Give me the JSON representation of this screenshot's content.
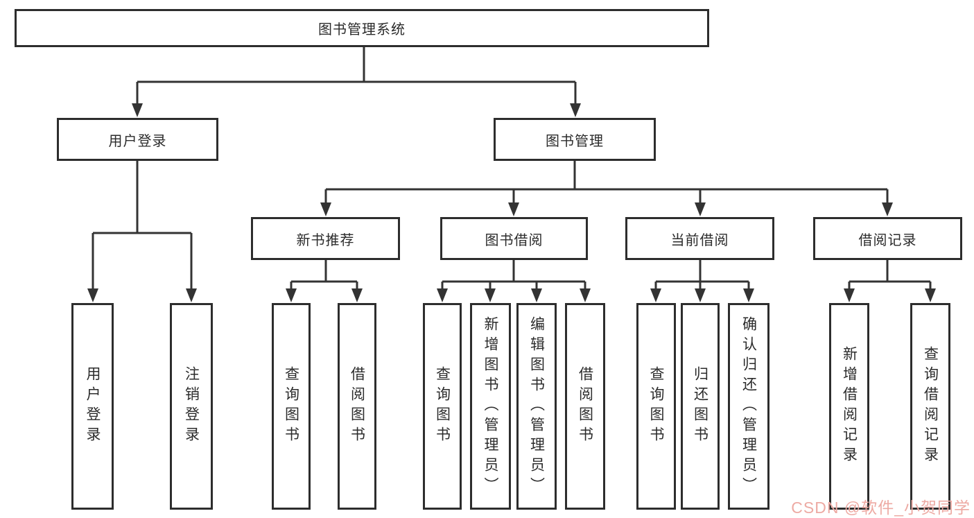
{
  "diagram": {
    "root": {
      "label": "图书管理系统"
    },
    "level2": [
      {
        "label": "用户登录"
      },
      {
        "label": "图书管理"
      }
    ],
    "level3": [
      {
        "label": "新书推荐"
      },
      {
        "label": "图书借阅"
      },
      {
        "label": "当前借阅"
      },
      {
        "label": "借阅记录"
      }
    ],
    "leaves": {
      "user_login": [
        "用户登录",
        "注销登录"
      ],
      "new_books": [
        "查询图书",
        "借阅图书"
      ],
      "book_borrow": [
        "查询图书",
        "新增图书（管理员）",
        "编辑图书（管理员）",
        "借阅图书"
      ],
      "current_borrow": [
        "查询图书",
        "归还图书",
        "确认归还（管理员）"
      ],
      "borrow_records": [
        "新增借阅记录",
        "查询借阅记录"
      ]
    }
  },
  "watermark": {
    "text": "CSDN @软件_小贺同学",
    "color": "#edaaa3"
  },
  "colors": {
    "line": "#333333",
    "box_border": "#2d2d2d",
    "background": "#ffffff"
  }
}
